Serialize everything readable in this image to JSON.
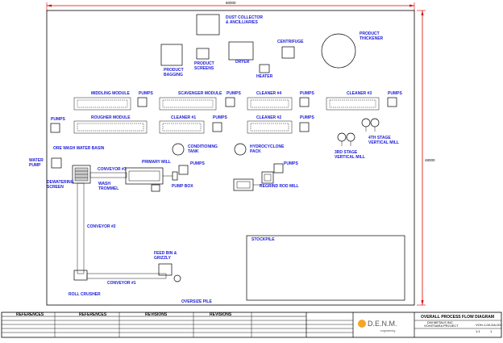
{
  "dimensions": {
    "width": "60000",
    "height": "48000"
  },
  "equipment": {
    "dust_collector": "DUST COLLECTOR\n& ANCILLIARIES",
    "product_thickener": "PRODUCT\nTHICKENER",
    "centrifuge": "CENTRIFUGE",
    "product_bagging": "PRODUCT\nBAGGING",
    "product_screens": "PRODUCT\nSCREENS",
    "dryer": "DRYER",
    "heater": "HEATER",
    "middling_module": "MIDDLING MODULE",
    "scavenger_module": "SCAVENGER MODULE",
    "cleaner_4": "CLEANER #4",
    "cleaner_3": "CLEANER #3",
    "rougher_module": "ROUGHER MODULE",
    "cleaner_1": "CLEANER #1",
    "cleaner_2": "CLEANER #2",
    "stage_4": "4TH STAGE\nVERTICAL MILL",
    "stage_3": "3RD STAGE\nVERTICAL MILL",
    "ore_wash_basin": "ORE WASH WATER BASIN",
    "conditioning_tank": "CONDITIONING\nTANK",
    "hydrocyclone": "HYDROCYCLONE\nPACK",
    "water_pump": "WATER\nPUMP",
    "conveyor_3": "CONVEYOR #3",
    "primary_mill": "PRIMARY MILL",
    "pumps": "PUMPS",
    "dewatering_screen": "DEWATERING\nSCREEN",
    "wash_trommel": "WASH\nTROMMEL",
    "pump_box": "PUMP BOX",
    "regrind_rod_mill": "REGRIND ROD MILL",
    "conveyor_2": "CONVEYOR #2",
    "stockpile": "STOCKPILE",
    "feed_bin": "FEED BIN &\nGRIZZLY",
    "conveyor_1": "CONVEYOR #1",
    "roll_crusher": "ROLL CRUSHER",
    "oversize_pile": "OVERSIZE PILE"
  },
  "title_block": {
    "references": "REFERENCES",
    "revisions": "REVISIONS",
    "logo": "D.E.N.M.",
    "logo_sub": "engineering",
    "title": "OVERALL PROCESS FLOW DIAGRAM",
    "client": "DNI METALS INC.",
    "project": "VOHITSARA PROJECT",
    "drawing_no": "VOH-1-00-DA-001",
    "scale": "1:1",
    "sheet": "1"
  }
}
